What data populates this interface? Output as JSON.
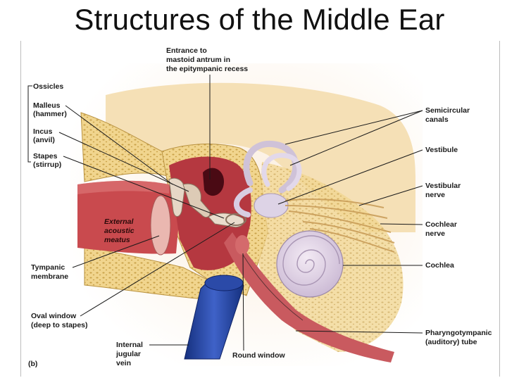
{
  "title": "Structures of the Middle Ear",
  "figure_tag": "(b)",
  "labels": {
    "ossicles": "Ossicles",
    "malleus": [
      "Malleus",
      "(hammer)"
    ],
    "incus": [
      "Incus",
      "(anvil)"
    ],
    "stapes": [
      "Stapes",
      "(stirrup)"
    ],
    "entrance": [
      "Entrance to",
      "mastoid antrum in",
      "the epitympanic recess"
    ],
    "semicircular": [
      "Semicircular",
      "canals"
    ],
    "vestibule": [
      "Vestibule"
    ],
    "vestibular_nerve": [
      "Vestibular",
      "nerve"
    ],
    "cochlear_nerve": [
      "Cochlear",
      "nerve"
    ],
    "cochlea": [
      "Cochlea"
    ],
    "external_meatus": [
      "External",
      "acoustic",
      "meatus"
    ],
    "tympanic": [
      "Tympanic",
      "membrane"
    ],
    "oval_window": [
      "Oval window",
      "(deep to stapes)"
    ],
    "internal_jugular": [
      "Internal",
      "jugular",
      "vein"
    ],
    "round_window": [
      "Round window"
    ],
    "pharyngotympanic": [
      "Pharyngotympanic",
      "(auditory) tube"
    ]
  },
  "colors": {
    "bone": "#f1d58e",
    "bone_spots": "#c9a24a",
    "cavity": "#b8323a",
    "soft_tissue": "#e8a7a0",
    "labyrinth": "#ddd3e6",
    "vein": "#1f3a9a",
    "nerve": "#d9b06a"
  }
}
